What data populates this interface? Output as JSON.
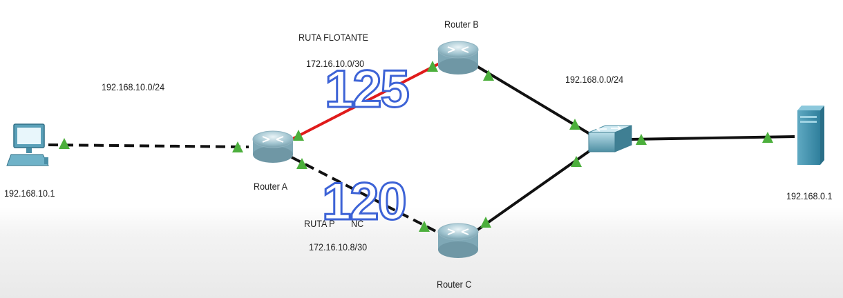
{
  "devices": {
    "pc": {
      "ip": "192.168.10.1"
    },
    "router_a": {
      "name": "Router A"
    },
    "router_b": {
      "name": "Router B"
    },
    "router_c": {
      "name": "Router C"
    },
    "switch": {
      "name": ""
    },
    "server": {
      "ip": "192.168.0.1"
    }
  },
  "networks": {
    "lan_a": "192.168.10.0/24",
    "lan_b": "192.168.0.0/24",
    "float_title": "RUTA FLOTANTE",
    "float_net": "172.16.10.0/30",
    "main_title": "RUTA P",
    "main_title_tail": "NC",
    "main_net": "172.16.10.8/30"
  },
  "annotations": {
    "float_distance": "125",
    "main_distance": "120"
  },
  "colors": {
    "floating_link": "#e01b1b",
    "link": "#111111",
    "port_up": "#4caf3c",
    "annotation_stroke": "#3d63d6"
  }
}
